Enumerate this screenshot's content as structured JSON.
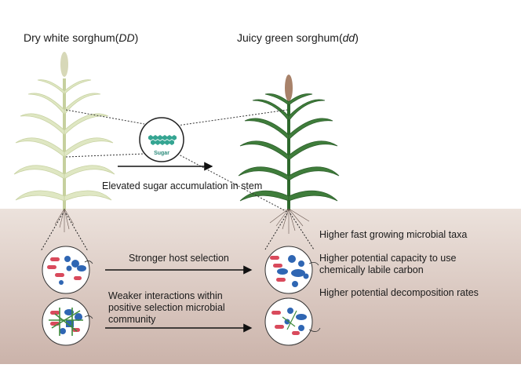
{
  "left_title": {
    "name": "Dry white sorghum(",
    "genotype": "DD",
    "close": ")"
  },
  "right_title": {
    "name": "Juicy green sorghum(",
    "genotype": "dd",
    "close": ")"
  },
  "sugar_label": "Sugar",
  "stem_arrow_label": "Elevated sugar accumulation in stem",
  "host_arrow_label": "Stronger host selection",
  "interaction_label_lines": [
    "Weaker interactions within",
    "positive selection microbial",
    "community"
  ],
  "outcomes": [
    {
      "text": "Higher fast growing microbial taxa"
    },
    {
      "lines": [
        "Higher potential capacity to use",
        "chemically labile carbon"
      ]
    },
    {
      "text": "Higher potential decomposition rates"
    }
  ],
  "colors": {
    "soil_top": "#e9dcd6",
    "soil_bottom": "#cdb5ad",
    "dry_leaf": "#dfe6c4",
    "dry_stem": "#c9d3a4",
    "green_leaf": "#3f7d3b",
    "green_stem": "#2f6a2e",
    "panicle": "#a8826a",
    "sugar": "#35a592",
    "microbe_red": "#d94a5c",
    "microbe_blue": "#2f66b3",
    "microbe_green": "#3f8a3c"
  }
}
